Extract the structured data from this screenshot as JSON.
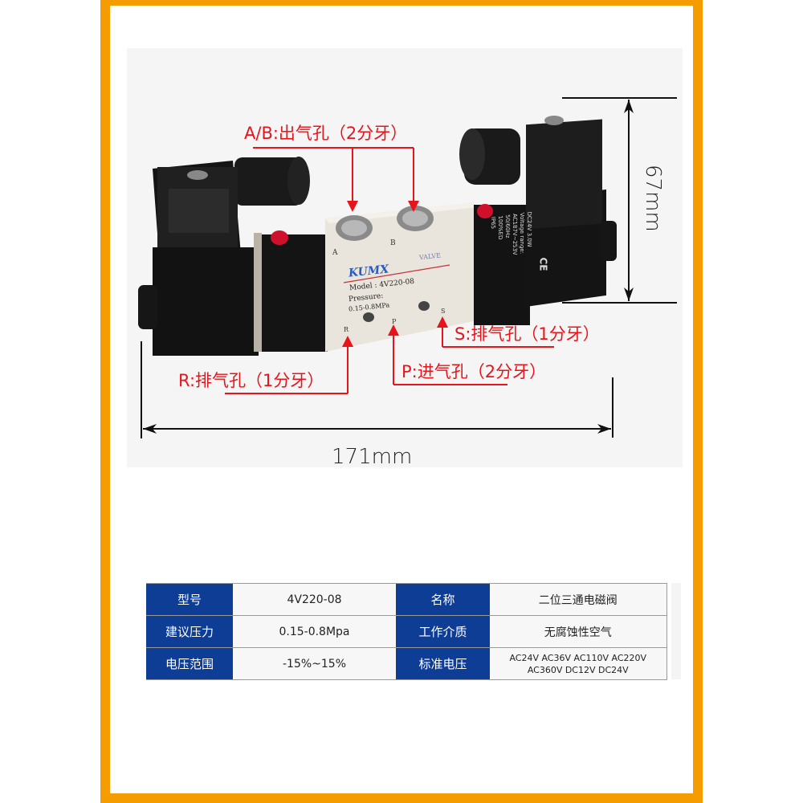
{
  "colors": {
    "frame_border": "#f59d00",
    "callout_red": "#e8141b",
    "table_header_blue": "#0e3d96",
    "photo_background": "#f5f5f5"
  },
  "product": {
    "brand": "KUMX",
    "brand_suffix": "VALVE",
    "model_label": "Model : 4V220-08",
    "pressure_label": "Pressure:",
    "pressure_value": "0.15-0.8MPa",
    "port_labels": {
      "a": "A",
      "b": "B",
      "r": "R",
      "p": "P",
      "s": "S"
    },
    "coil_text": [
      "DC24V  3.0W",
      "Voltage range:",
      "AC187V~253V",
      "50/60Hz",
      "100%ED",
      "IP65"
    ],
    "coil_mark": "CE"
  },
  "callouts": {
    "ab": "A/B:出气孔（2分牙）",
    "s": "S:排气孔（1分牙）",
    "r": "R:排气孔（1分牙）",
    "p": "P:进气孔（2分牙）"
  },
  "dimensions": {
    "width": "171mm",
    "height": "67mm"
  },
  "spec_table": {
    "rows": [
      {
        "k1": "型号",
        "v1": "4V220-08",
        "k2": "名称",
        "v2": "二位三通电磁阀"
      },
      {
        "k1": "建议压力",
        "v1": "0.15-0.8Mpa",
        "k2": "工作介质",
        "v2": "无腐蚀性空气"
      },
      {
        "k1": "电压范围",
        "v1": "-15%~15%",
        "k2": "标准电压",
        "v2_line1": "AC24V AC36V AC110V AC220V",
        "v2_line2": "AC360V DC12V DC24V"
      }
    ]
  }
}
